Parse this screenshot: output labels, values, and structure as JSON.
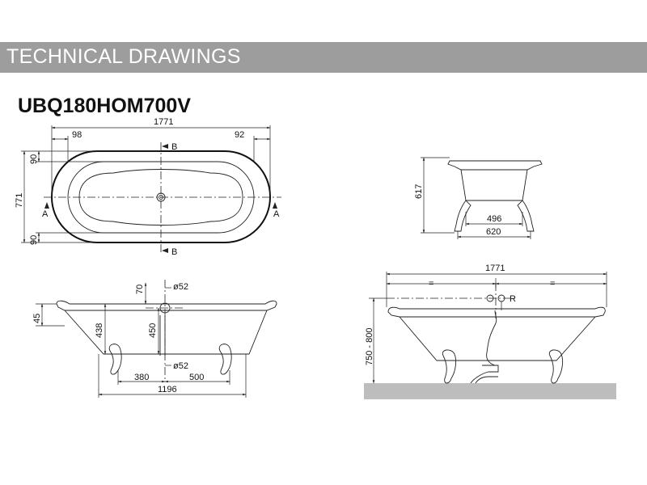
{
  "header": {
    "title": "TECHNICAL DRAWINGS",
    "bar_color": "#9d9d9d"
  },
  "model": {
    "code": "UBQ180HOM700V"
  },
  "plan_view": {
    "length": "1771",
    "width": "771",
    "rim_left": "98",
    "rim_right": "92",
    "rim_top": "90",
    "rim_bottom": "90",
    "section_a": "A",
    "section_b": "B"
  },
  "end_view": {
    "height": "617",
    "feet_inner": "496",
    "feet_outer": "620"
  },
  "side_section": {
    "rim_height": "45",
    "depth": "438",
    "overflow_height": "450",
    "overflow_offset": "70",
    "overflow_diameter": "ø52",
    "waste_diameter": "ø52",
    "waste_left": "380",
    "waste_right": "500",
    "base_length": "1196"
  },
  "installed_view": {
    "length": "1771",
    "equal_mark": "=",
    "overflow_label": "R",
    "install_height": "750 - 800",
    "floor_color": "#bdbdbd"
  }
}
